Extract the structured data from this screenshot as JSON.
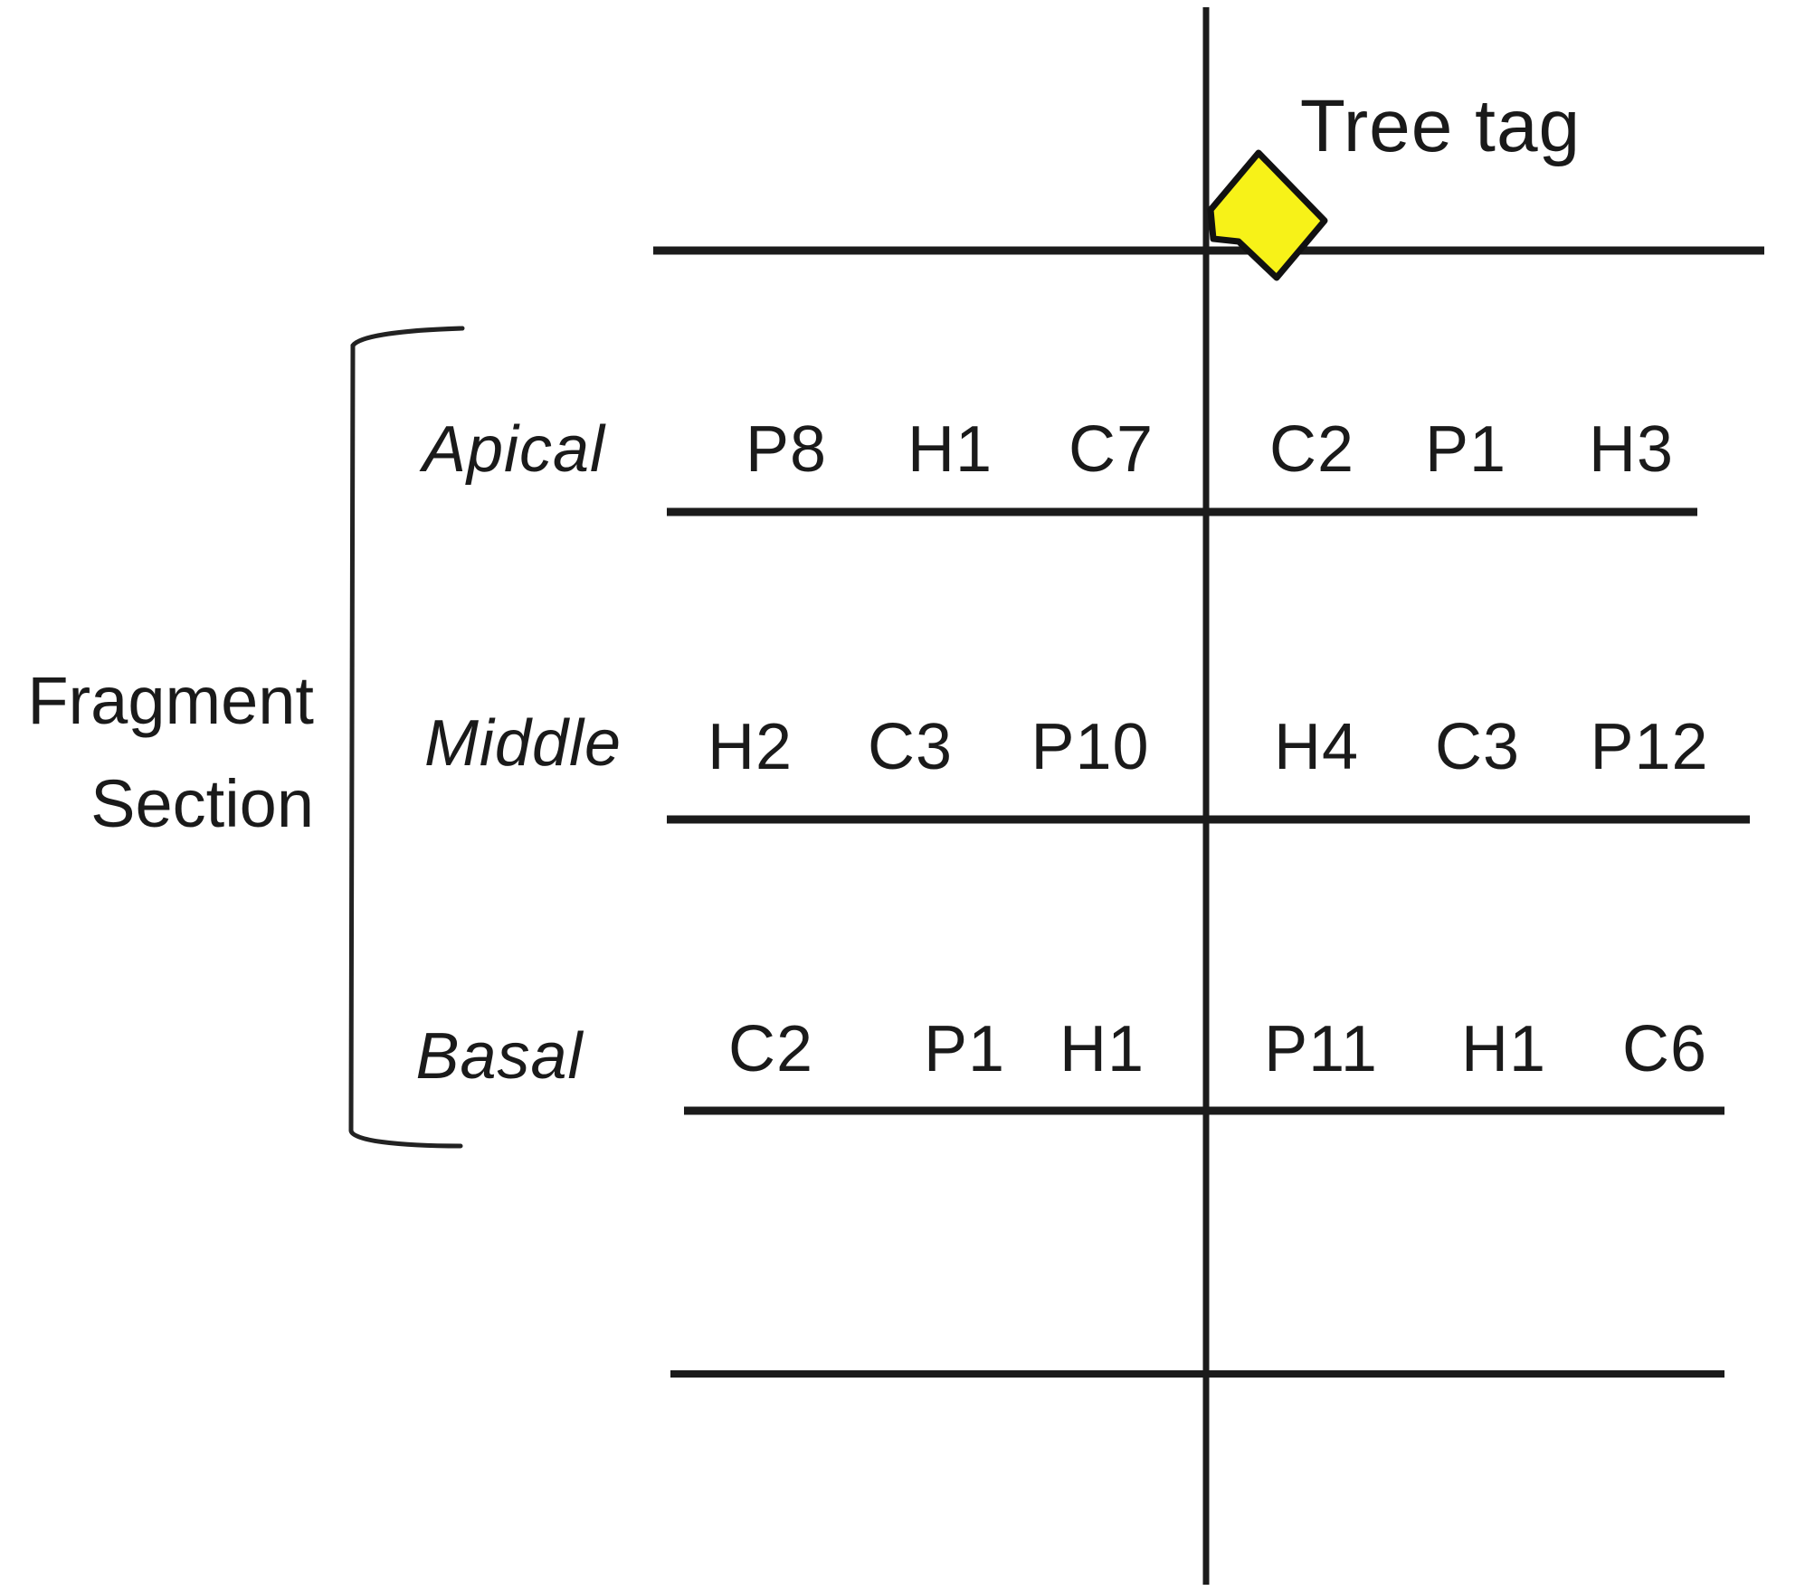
{
  "figure": {
    "tree_tag_label": "Tree tag",
    "fragment_label": {
      "line1": "Fragment",
      "line2": "Section"
    },
    "colors": {
      "tag_fill": "#f7f218",
      "line": "#1b1b1b",
      "text": "#1a1a1a"
    },
    "sections": [
      {
        "name": "Apical",
        "left_codes": [
          "P8",
          "H1",
          "C7"
        ],
        "right_codes": [
          "C2",
          "P1",
          "H3"
        ]
      },
      {
        "name": "Middle",
        "left_codes": [
          "H2",
          "C3",
          "P10"
        ],
        "right_codes": [
          "H4",
          "C3",
          "P12"
        ]
      },
      {
        "name": "Basal",
        "left_codes": [
          "C2",
          "P1",
          "H1"
        ],
        "right_codes": [
          "P11",
          "H1",
          "C6"
        ]
      }
    ]
  }
}
